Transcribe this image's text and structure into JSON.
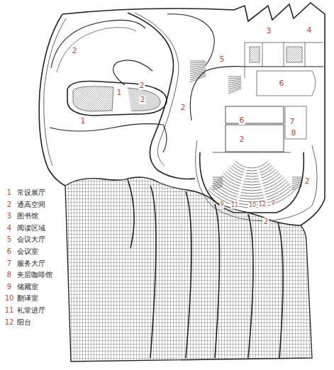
{
  "diagram": {
    "labels": [
      "2",
      "2",
      "1",
      "2",
      "1",
      "2",
      "5",
      "3",
      "4",
      "6",
      "6",
      "2",
      "7",
      "8",
      "2",
      "2",
      "9",
      "11",
      "10",
      "12",
      "9",
      "1",
      "2",
      "3",
      "4",
      "5",
      "6",
      "7",
      "8",
      "9",
      "10",
      "11",
      "12"
    ],
    "legend": [
      {
        "text": "常设展厅"
      },
      {
        "text": "通高空间"
      },
      {
        "text": "图书馆"
      },
      {
        "text": "阅读区域"
      },
      {
        "text": "会议大厅"
      },
      {
        "text": "会议室"
      },
      {
        "text": "服务大厅"
      },
      {
        "text": "夹层咖啡馆"
      },
      {
        "text": "储藏室"
      },
      {
        "text": "翻译室"
      },
      {
        "text": "礼堂进厅"
      },
      {
        "text": "阳台"
      }
    ]
  }
}
